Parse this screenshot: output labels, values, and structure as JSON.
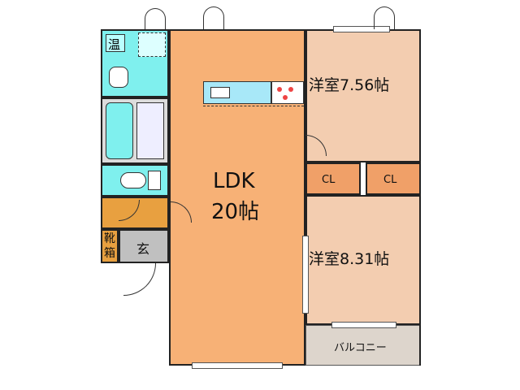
{
  "colors": {
    "ldk": "#f7b176",
    "bedroom": "#f3cdb0",
    "closet": "#f0a068",
    "wet": "#7ff0ee",
    "bath": "#dcdcdc",
    "entrance": "#c0c0c0",
    "balcony": "#ddd5cc",
    "genkan_storage": "#e8a040",
    "wall": "#222222"
  },
  "rooms": {
    "ldk_name": "LDK",
    "ldk_size": "20帖",
    "bedroom_north": "洋室7.56帖",
    "bedroom_south": "洋室8.31帖",
    "closet_left": "CL",
    "closet_right": "CL",
    "entrance": "玄",
    "shoe_box": "靴箱",
    "balcony": "バルコニー",
    "washroom": "温"
  }
}
